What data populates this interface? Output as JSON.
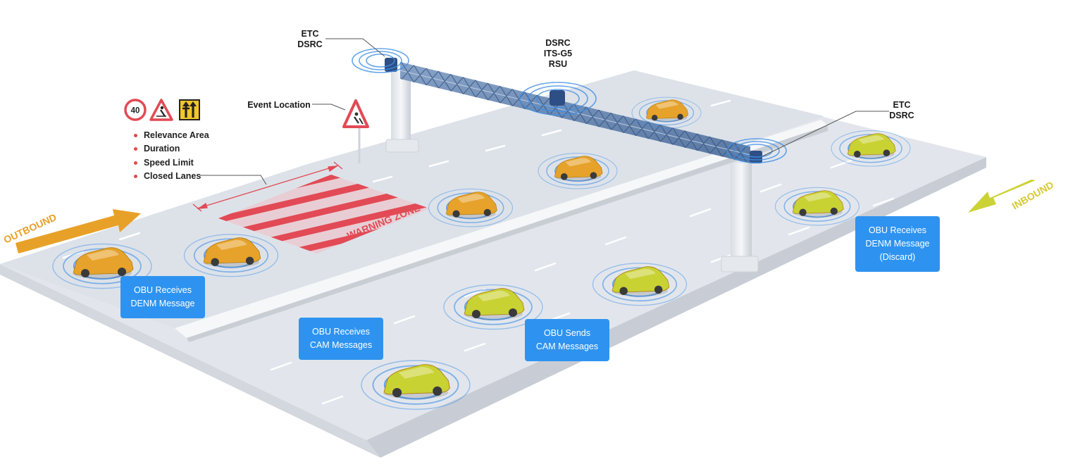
{
  "labels": {
    "etc_left": [
      "ETC",
      "DSRC"
    ],
    "rsu": [
      "DSRC",
      "ITS-G5",
      "RSU"
    ],
    "etc_right": [
      "ETC",
      "DSRC"
    ],
    "event_location": "Event Location"
  },
  "signs": {
    "speed_value": "40",
    "icons": [
      "speed-limit-sign-icon",
      "roadworks-sign-icon",
      "closed-lanes-sign-icon"
    ]
  },
  "event_attributes": [
    "Relevance Area",
    "Duration",
    "Speed Limit",
    "Closed Lanes"
  ],
  "direction": {
    "outbound": "OUTBOUND",
    "inbound": "INBOUND"
  },
  "zone": {
    "label": "WARNING ZONE"
  },
  "message_boxes": {
    "obu_receives_denm": [
      "OBU Receives",
      "DENM Message"
    ],
    "obu_receives_cam": [
      "OBU Receives",
      "CAM Messages"
    ],
    "obu_sends_cam": [
      "OBU Sends",
      "CAM Messages"
    ],
    "obu_receives_denm_discard": [
      "OBU Receives",
      "DENM Message",
      "(Discard)"
    ]
  },
  "colors": {
    "road": "#e2e6ec",
    "divider": "#f4f5f7",
    "outbound_car": "#e6a22a",
    "inbound_car": "#c9d233",
    "signal": "#3f8fe6",
    "warning_zone": "#e24a55",
    "box": "#2e93f0",
    "outbound_arrow": "#e8a128",
    "inbound_arrow": "#cbd234",
    "gantry": "#5a7fae"
  }
}
